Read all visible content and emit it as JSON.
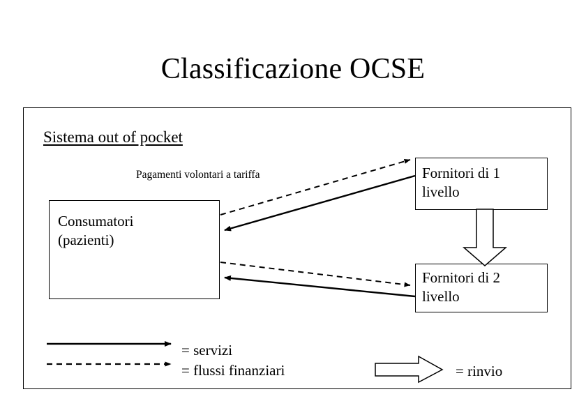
{
  "slide": {
    "title": "Classificazione OCSE",
    "section_heading": "Sistema out of pocket",
    "flow_label": "Pagamenti volontari a tariffa"
  },
  "nodes": [
    {
      "id": "consumatori",
      "label": "Consumatori\n(pazienti)"
    },
    {
      "id": "fornitori-1",
      "label": "Fornitori di 1\nlivello"
    },
    {
      "id": "fornitori-2",
      "label": "Fornitori di 2\nlivello"
    }
  ],
  "legend": {
    "items": [
      {
        "style": "solid-arrow",
        "label": "= servizi"
      },
      {
        "style": "dashed-arrow",
        "label": "= flussi finanziari"
      },
      {
        "style": "block-arrow",
        "label": "= rinvio"
      }
    ]
  },
  "colors": {
    "ink": "#000000",
    "paper": "#ffffff"
  }
}
